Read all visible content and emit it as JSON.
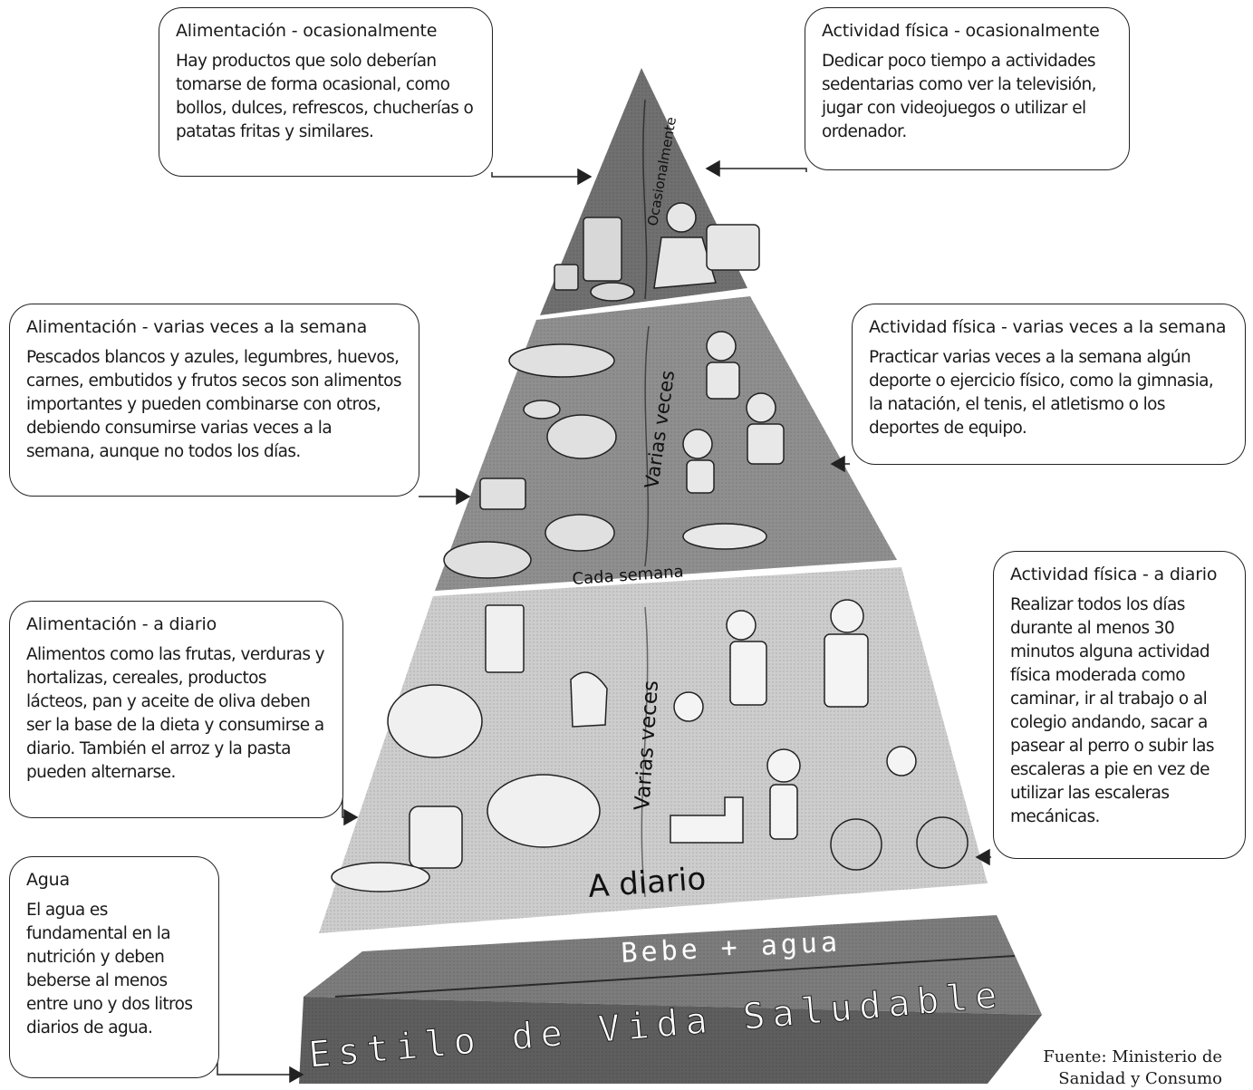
{
  "boxes": {
    "food_occasional": {
      "title": "Alimentación - ocasionalmente",
      "text": "Hay productos que solo deberían tomarse de forma ocasional, como bollos, dulces, refrescos, chucherías o patatas fritas y similares."
    },
    "activity_occasional": {
      "title": "Actividad física - ocasionalmente",
      "text": "Dedicar poco tiempo a actividades sedentarias como ver la televisión, jugar con videojuegos o utilizar el ordenador."
    },
    "food_weekly": {
      "title": "Alimentación - varias veces a la semana",
      "text": "Pescados blancos y azules, legumbres, huevos, carnes, embutidos y frutos secos son alimentos importantes y pueden combinarse con otros, debiendo consumirse varias veces a la semana, aunque no todos los días."
    },
    "activity_weekly": {
      "title": "Actividad física - varias veces a la semana",
      "text": "Practicar varias veces a la semana algún deporte o ejercicio físico, como la gimnasia, la natación, el tenis, el atletismo o los deportes de equipo."
    },
    "food_daily": {
      "title": "Alimentación - a diario",
      "text": "Alimentos como las frutas, verduras y hortalizas, cereales, productos lácteos, pan y aceite de oliva deben ser la base de la dieta y consumirse a diario. También el arroz y la pasta pueden alternarse."
    },
    "activity_daily": {
      "title": "Actividad física - a diario",
      "text": "Realizar todos los días durante al menos 30 minutos alguna actividad física moderada como caminar, ir al trabajo o al colegio andando, sacar a pasear al perro o subir las escaleras a pie en vez de utilizar las escaleras mecánicas."
    },
    "water": {
      "title": "Agua",
      "text": "El agua es fundamental en la nutrición y deben beberse al menos entre uno y dos litros diarios de agua."
    }
  },
  "pyramid": {
    "top_label": "Ocasionalmente",
    "middle_side_label": "Varias veces",
    "middle_bottom_label": "Cada semana",
    "bottom_side_label": "Varias veces",
    "bottom_label": "A diario",
    "base_label_top": "Bebe + agua",
    "base_label_bottom": "Estilo de Vida Saludable"
  },
  "source": "Fuente: Ministerio de Sanidad y Consumo",
  "colors": {
    "top_tier": "#6e6e6e",
    "middle_tier": "#8e8e8e",
    "bottom_tier": "#c9c9c9",
    "base": "#7a7a7a"
  }
}
